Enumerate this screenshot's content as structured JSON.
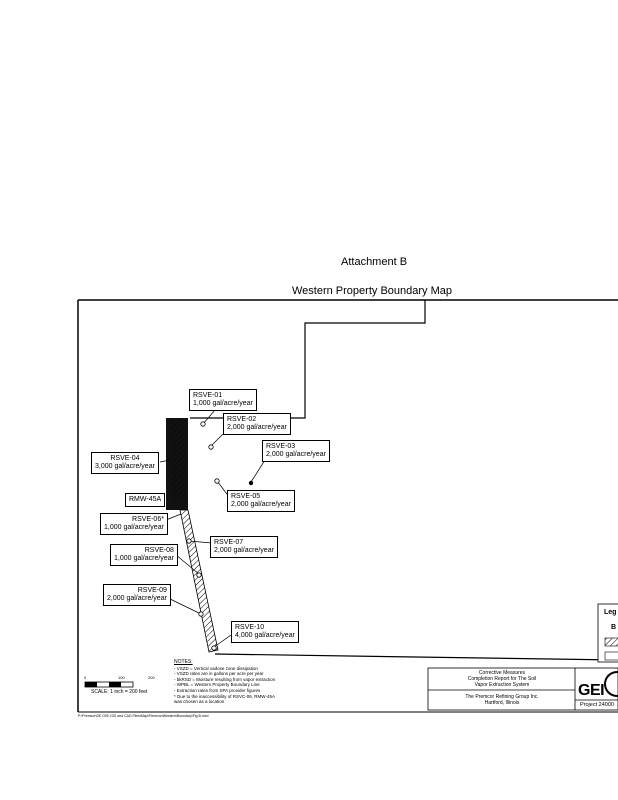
{
  "header": {
    "attachment": "Attachment B",
    "map_title": "Western Property Boundary Map"
  },
  "labels": [
    {
      "id": "rsve-01",
      "name": "RSVE-01",
      "rate": "1,000 gal/acre/year"
    },
    {
      "id": "rsve-02",
      "name": "RSVE-02",
      "rate": "2,000 gal/acre/year"
    },
    {
      "id": "rsve-03",
      "name": "RSVE-03",
      "rate": "2,000 gal/acre/year"
    },
    {
      "id": "rsve-04",
      "name": "RSVE-04",
      "rate": "3,000 gal/acre/year"
    },
    {
      "id": "rsve-05",
      "name": "RSVE-05",
      "rate": "2,000 gal/acre/year"
    },
    {
      "id": "rsve-06",
      "name": "RSVE-06*",
      "rate": "1,000 gal/acre/year"
    },
    {
      "id": "rsve-07",
      "name": "RSVE-07",
      "rate": "2,000 gal/acre/year"
    },
    {
      "id": "rsve-08",
      "name": "RSVE-08",
      "rate": "1,000 gal/acre/year"
    },
    {
      "id": "rsve-09",
      "name": "RSVE-09",
      "rate": "2,000 gal/acre/year"
    },
    {
      "id": "rsve-10",
      "name": "RSVE-10",
      "rate": "4,000 gal/acre/year"
    }
  ],
  "rmw_label": "RMW-45A",
  "notes": {
    "heading": "NOTES:",
    "lines": [
      "- VSZD = Vertical vadose zone dissipation",
      "- VSZD rates are in gallons per acre per year",
      "- bkRSD = Moisture resulting from vapor extraction",
      "- WPBL = Western Property Boundary Line",
      "- Extraction rates from SPA provider figures",
      "* Due to the inaccessibility of RSVC-06, RMW-45A",
      "was chosen as a location"
    ]
  },
  "scale": {
    "ticks": [
      "0",
      "100",
      "200"
    ],
    "text": "SCALE: 1 inch = 200 feet"
  },
  "title_block": {
    "line1": "Corrective Measures",
    "line2": "Completion Report for The Soil",
    "line3": "Vapor Extraction System",
    "company": "The Premcor Refining Group Inc.",
    "location": "Hartford, Illinois",
    "logo": "GEI",
    "project": "Project 24000"
  },
  "legend": {
    "title": "Leg",
    "item": "B"
  },
  "footer_path": "P:\\Premcor\\DE GIS\\ GIS and CAD Files\\Map\\Premcor\\Western\\Boundary\\Fig B.mxd"
}
